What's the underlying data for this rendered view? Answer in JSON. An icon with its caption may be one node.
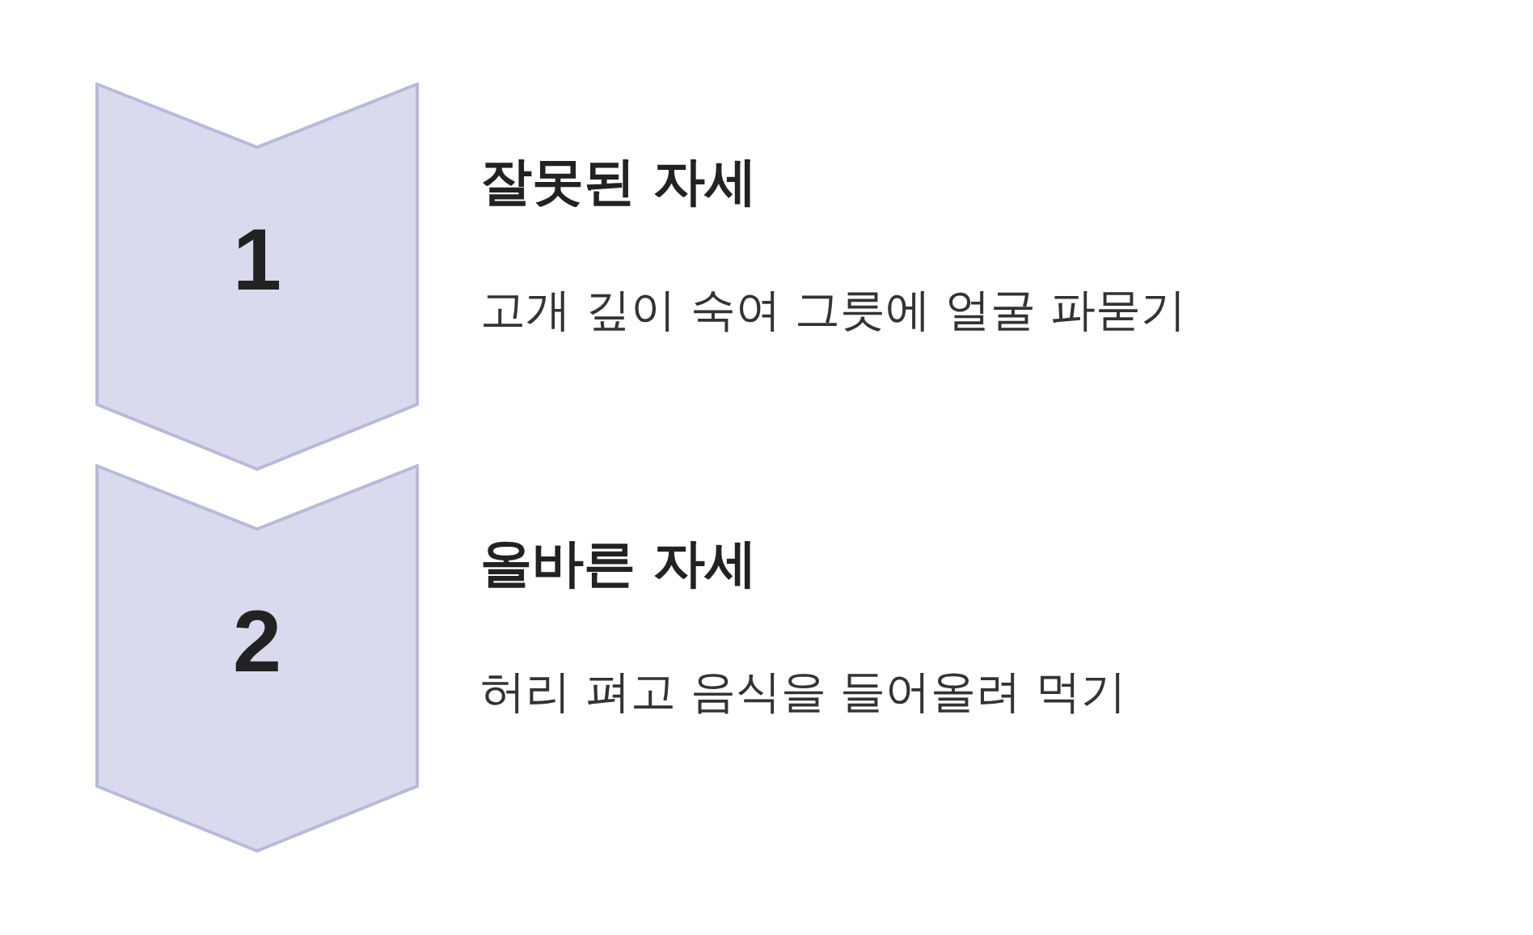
{
  "diagram": {
    "nodes": [
      {
        "text": [
          "1"
        ],
        "beside": [
          "잘못된 자세",
          "고개 깊이 숙여 그릇에 얼굴 파묻기"
        ]
      },
      {
        "text": [
          "2"
        ],
        "beside": [
          "올바른 자세",
          "허리 펴고 음식을 들어올려 먹기"
        ]
      }
    ]
  }
}
